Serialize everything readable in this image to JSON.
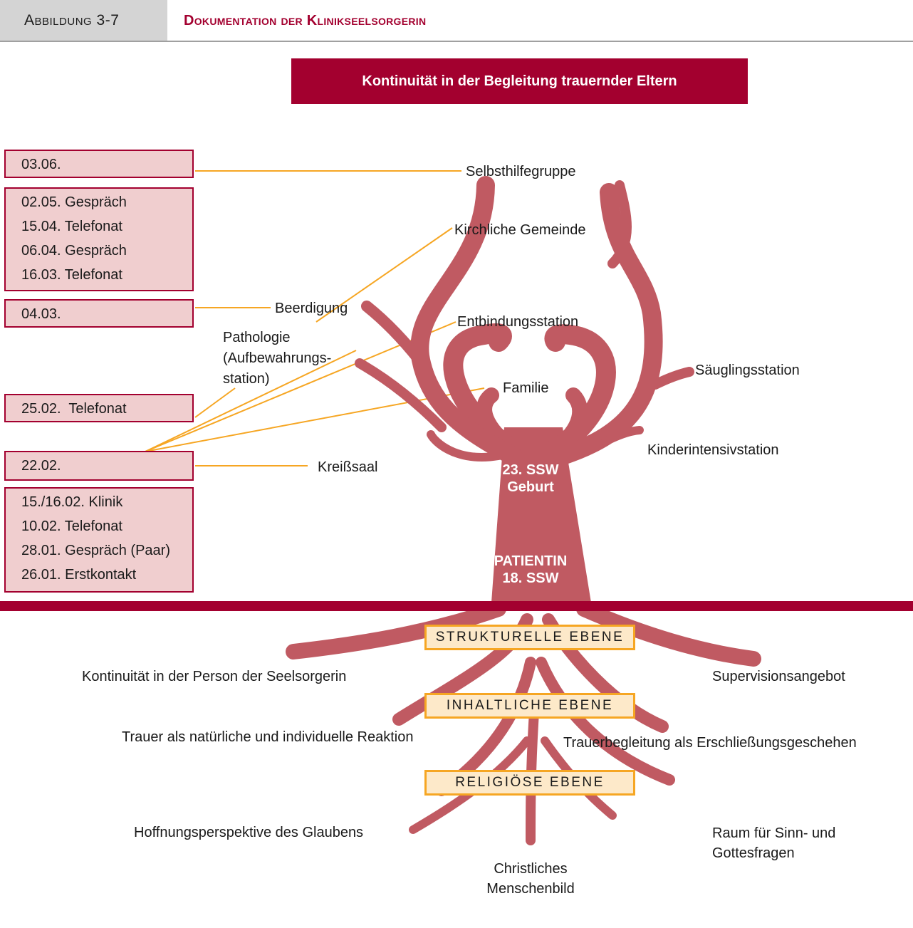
{
  "header": {
    "figure_label": "Abbildung 3-7",
    "figure_title": "Dokumentation der Klinikseelsorgerin"
  },
  "banner": "Kontinuität in der Begleitung trauernder Eltern",
  "colors": {
    "accent": "#a3002f",
    "tree": "#c05a62",
    "line": "#f6a623",
    "box_fill": "#f0cecf",
    "level_fill": "#fde9c9"
  },
  "date_boxes": [
    [
      "03.06."
    ],
    [
      "02.05. Gespräch",
      "15.04. Telefonat",
      "06.04. Gespräch",
      "16.03. Telefonat"
    ],
    [
      "04.03."
    ],
    [
      "25.02.  Telefonat"
    ],
    [
      "22.02."
    ],
    [
      "15./16.02. Klinik",
      "10.02. Telefonat",
      "28.01. Gespräch (Paar)",
      "26.01. Erstkontakt"
    ]
  ],
  "branches": {
    "selbsthilfe": "Selbsthilfegruppe",
    "kirche": "Kirchliche Gemeinde",
    "beerdigung": "Beerdigung",
    "pathologie": [
      "Pathologie",
      "(Aufbewahrungs-",
      "station)"
    ],
    "entbindung": "Entbindungsstation",
    "saeugling": "Säuglingsstation",
    "familie": "Familie",
    "kinderintensiv": "Kinderintensivstation",
    "kreisssaal": "Kreißsaal"
  },
  "trunk": {
    "upper": [
      "23. SSW",
      "Geburt"
    ],
    "lower": [
      "PATIENTIN",
      "18. SSW"
    ]
  },
  "levels": [
    "STRUKTURELLE EBENE",
    "INHALTLICHE EBENE",
    "RELIGIÖSE EBENE"
  ],
  "roots": {
    "kontinuitaet": "Kontinuität in der Person der Seelsorgerin",
    "supervision": "Supervisionsangebot",
    "trauer": "Trauer als natürliche und individuelle Reaktion",
    "erschliessung": "Trauerbegleitung als Erschließungsgeschehen",
    "hoffnung": "Hoffnungsperspektive des Glaubens",
    "raum": [
      "Raum für Sinn- und",
      "Gottesfragen"
    ],
    "menschenbild": [
      "Christliches",
      "Menschenbild"
    ]
  }
}
